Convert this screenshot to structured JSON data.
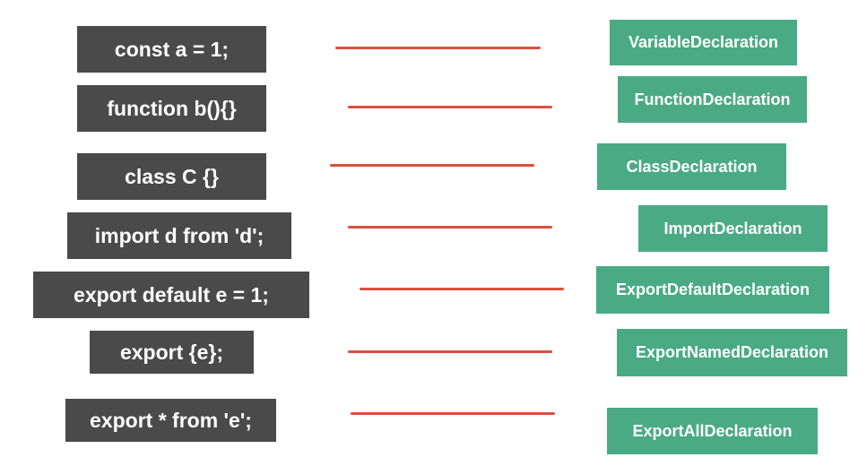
{
  "mappings": [
    {
      "code": "const a = 1;",
      "node": "VariableDeclaration"
    },
    {
      "code": "function b(){}",
      "node": "FunctionDeclaration"
    },
    {
      "code": "class C {}",
      "node": "ClassDeclaration"
    },
    {
      "code": "import d from 'd';",
      "node": "ImportDeclaration"
    },
    {
      "code": "export default e = 1;",
      "node": "ExportDefaultDeclaration"
    },
    {
      "code": "export {e};",
      "node": "ExportNamedDeclaration"
    },
    {
      "code": "export * from 'e';",
      "node": "ExportAllDeclaration"
    }
  ],
  "colors": {
    "code_box": "#4a4a4a",
    "node_box": "#4aaa84",
    "connector": "#d9503f",
    "text": "#ffffff"
  }
}
